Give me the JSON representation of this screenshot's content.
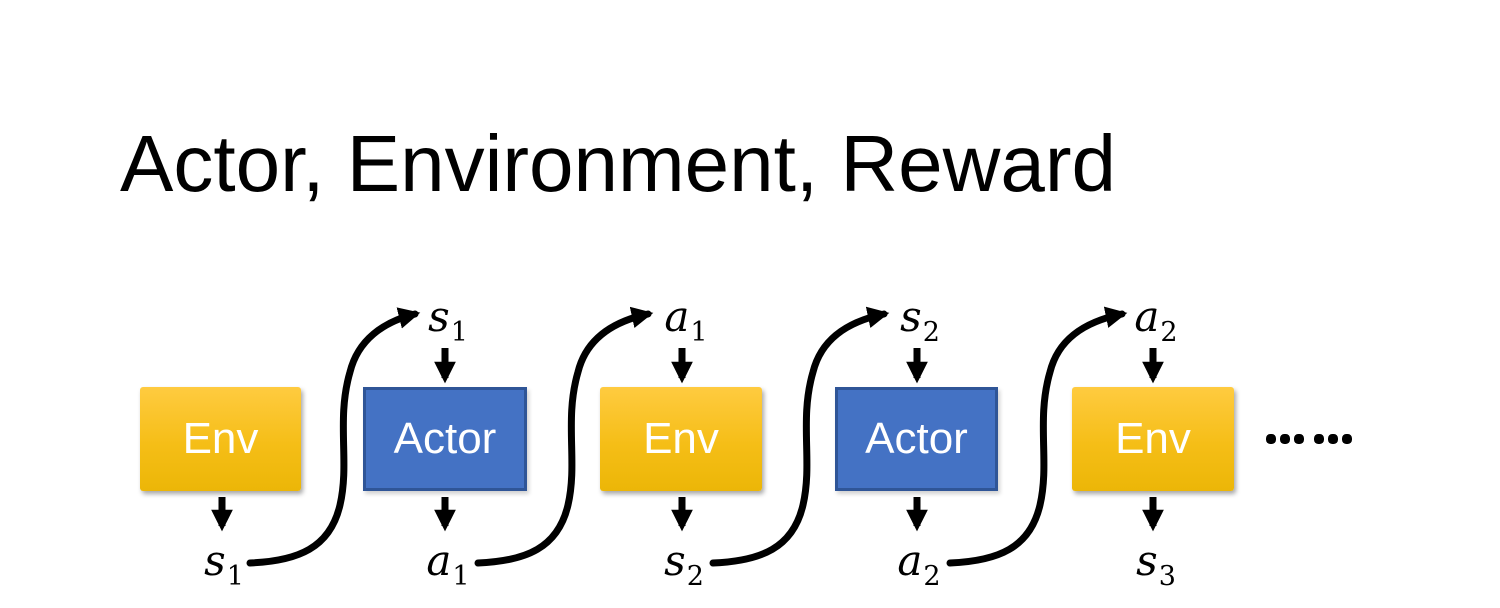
{
  "title": "Actor, Environment, Reward",
  "colors": {
    "env_gradient_top": "#FFCB40",
    "env_gradient_bottom": "#ECB607",
    "actor_fill": "#4472C4",
    "actor_border": "#2F5597",
    "box_text": "#FFFFFF",
    "arrow": "#000000",
    "title_text": "#000000",
    "background": "#FFFFFF"
  },
  "diagram": {
    "boxes": [
      {
        "label": "Env"
      },
      {
        "label": "Actor"
      },
      {
        "label": "Env"
      },
      {
        "label": "Actor"
      },
      {
        "label": "Env"
      }
    ],
    "top_labels": [
      {
        "letter": "s",
        "sub": "1"
      },
      {
        "letter": "a",
        "sub": "1"
      },
      {
        "letter": "s",
        "sub": "2"
      },
      {
        "letter": "a",
        "sub": "2"
      }
    ],
    "bottom_labels": [
      {
        "letter": "s",
        "sub": "1"
      },
      {
        "letter": "a",
        "sub": "1"
      },
      {
        "letter": "s",
        "sub": "2"
      },
      {
        "letter": "a",
        "sub": "2"
      },
      {
        "letter": "s",
        "sub": "3"
      }
    ],
    "ellipsis": "……"
  }
}
